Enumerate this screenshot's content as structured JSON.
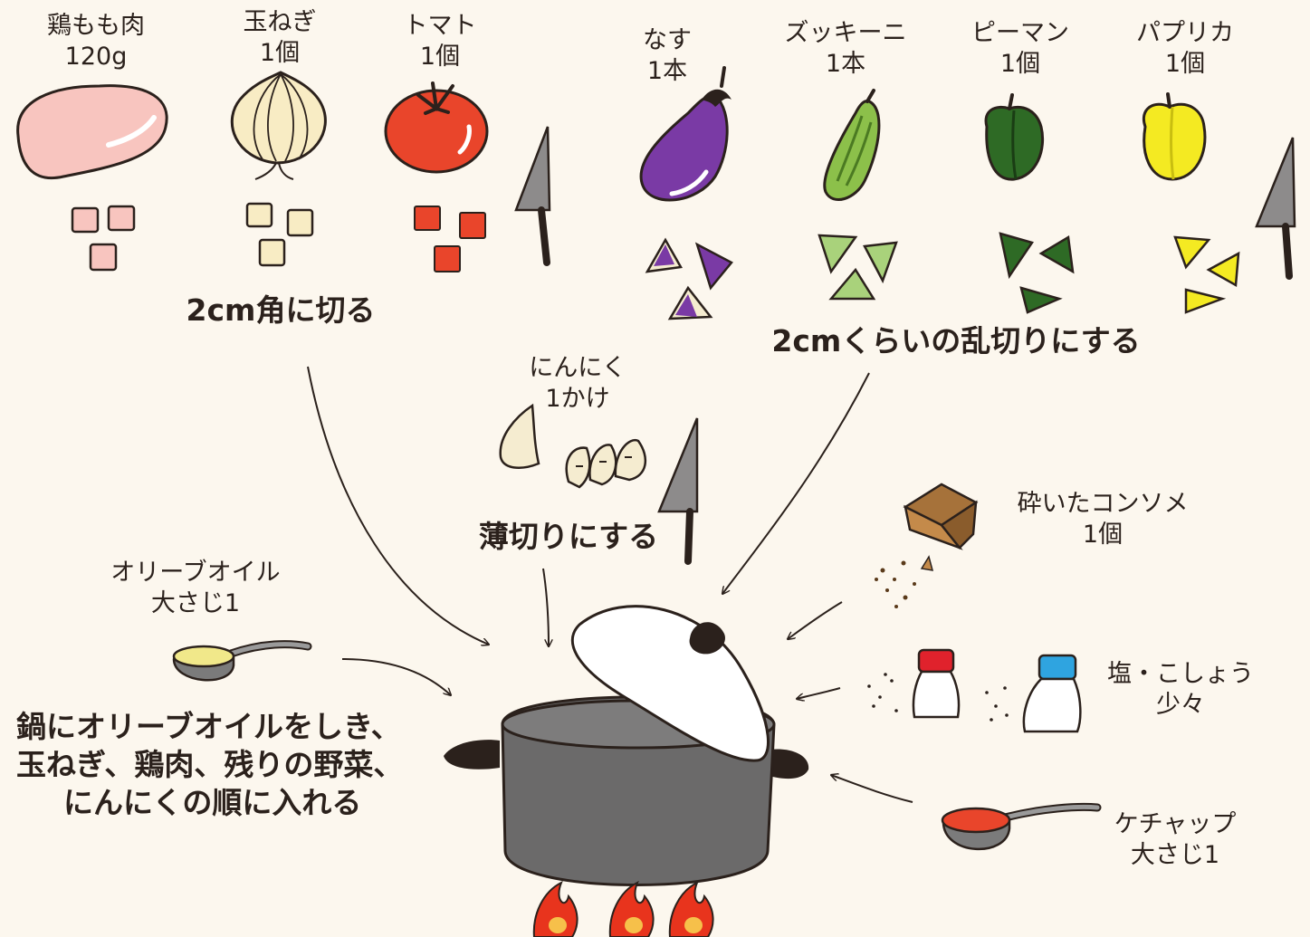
{
  "ingredients": {
    "chicken": {
      "name": "鶏もも肉",
      "qty": "120g"
    },
    "onion": {
      "name": "玉ねぎ",
      "qty": "1個"
    },
    "tomato": {
      "name": "トマト",
      "qty": "1個"
    },
    "eggplant": {
      "name": "なす",
      "qty": "1本"
    },
    "zucchini": {
      "name": "ズッキーニ",
      "qty": "1本"
    },
    "green_pepper": {
      "name": "ピーマン",
      "qty": "1個"
    },
    "paprika": {
      "name": "パプリカ",
      "qty": "1個"
    },
    "garlic": {
      "name": "にんにく",
      "qty": "1かけ"
    },
    "olive_oil": {
      "name": "オリーブオイル",
      "qty": "大さじ1"
    },
    "consomme": {
      "name": "砕いたコンソメ",
      "qty": "1個"
    },
    "salt_pepper": {
      "name": "塩・こしょう",
      "qty": "少々"
    },
    "ketchup": {
      "name": "ケチャップ",
      "qty": "大さじ1"
    }
  },
  "steps": {
    "cut_cubes": "2cm角に切る",
    "cut_random": "2cmくらいの乱切りにする",
    "slice_thin": "薄切りにする",
    "pot_order": [
      "鍋にオリーブオイルをしき、",
      "玉ねぎ、鶏肉、残りの野菜、",
      "にんにくの順に入れる"
    ]
  },
  "colors": {
    "background": "#fcf7ee",
    "outline": "#2b211c",
    "chicken": "#f8c5bf",
    "onion": "#f8ecc4",
    "tomato": "#e9452b",
    "eggplant": "#7a3aa5",
    "zucchini": "#8cc04a",
    "green_pepper": "#2e6a25",
    "paprika": "#f4ea22",
    "pot": "#6b6a6a",
    "flame": "#e8341d",
    "ketchup": "#e9452b",
    "cap_red": "#e0222c",
    "cap_blue": "#2fa4e0"
  },
  "icons": [
    "chicken-icon",
    "onion-icon",
    "tomato-icon",
    "knife-icon",
    "eggplant-icon",
    "zucchini-icon",
    "green-pepper-icon",
    "paprika-icon",
    "garlic-icon",
    "consomme-icon",
    "salt-shaker-icon",
    "pepper-shaker-icon",
    "measuring-spoon-icon",
    "pot-icon",
    "lid-icon",
    "flame-icon",
    "arrow-icon"
  ]
}
